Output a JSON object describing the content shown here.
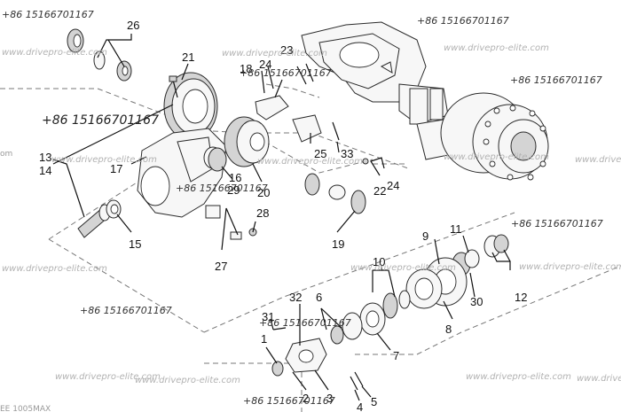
{
  "callouts": {
    "c1": "1",
    "c2": "2",
    "c3": "3",
    "c4": "4",
    "c5": "5",
    "c6": "6",
    "c7": "7",
    "c8": "8",
    "c9": "9",
    "c10": "10",
    "c11": "11",
    "c12": "12",
    "c13": "13",
    "c14": "14",
    "c15": "15",
    "c16": "16",
    "c17": "17",
    "c18": "18",
    "c19": "19",
    "c20": "20",
    "c21": "21",
    "c22": "22",
    "c23": "23",
    "c24a": "24",
    "c24b": "24",
    "c25": "25",
    "c26": "26",
    "c27": "27",
    "c28": "28",
    "c29": "29",
    "c30": "30",
    "c31": "31",
    "c32": "32",
    "c33": "33"
  },
  "watermark": {
    "site": "www.drivepro-elite.com",
    "phone": "+86 15166701167",
    "fragment_left": "om",
    "fragment_bottom": "EE 1005MAX"
  }
}
